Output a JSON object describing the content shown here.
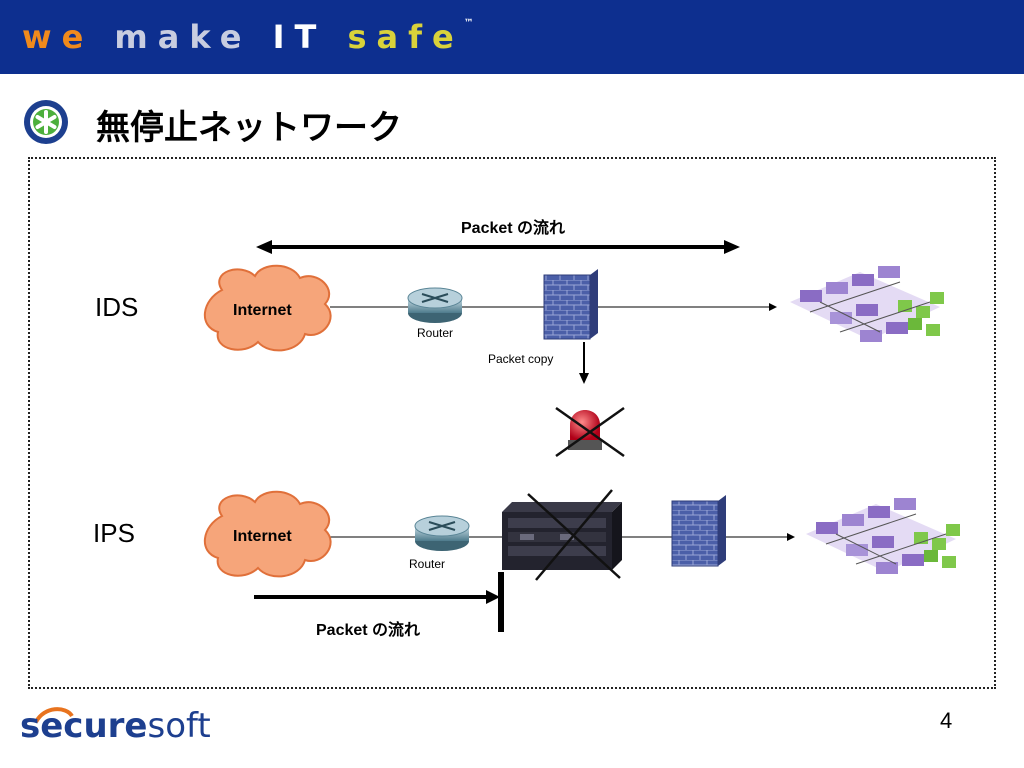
{
  "header": {
    "slogan_parts": [
      "we",
      "make",
      "IT",
      "safe"
    ],
    "trademark": "™"
  },
  "slide": {
    "title": "無停止ネットワーク",
    "page_number": "4"
  },
  "diagram": {
    "ids": {
      "label": "IDS",
      "internet": "Internet",
      "router": "Router",
      "flow_label": "Packet の流れ",
      "copy_label": "Packet copy"
    },
    "ips": {
      "label": "IPS",
      "internet": "Internet",
      "router": "Router",
      "flow_label": "Packet の流れ"
    }
  },
  "footer": {
    "logo_part1": "secure",
    "logo_part2": "soft"
  },
  "colors": {
    "banner": "#0d2f8f",
    "cloud": "#f6a57a",
    "firewall": "#4b5fa8",
    "server_purple": "#8a6cc4",
    "server_green": "#7fc84a",
    "alarm_red": "#d4102a"
  }
}
